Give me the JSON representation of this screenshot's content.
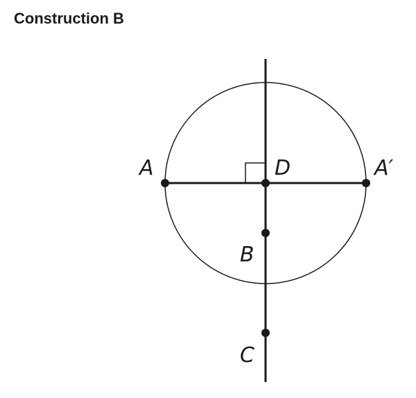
{
  "title": "Construction B",
  "labels": {
    "A": "A",
    "D": "D",
    "A_prime": "A′",
    "B": "B",
    "C": "C"
  }
}
